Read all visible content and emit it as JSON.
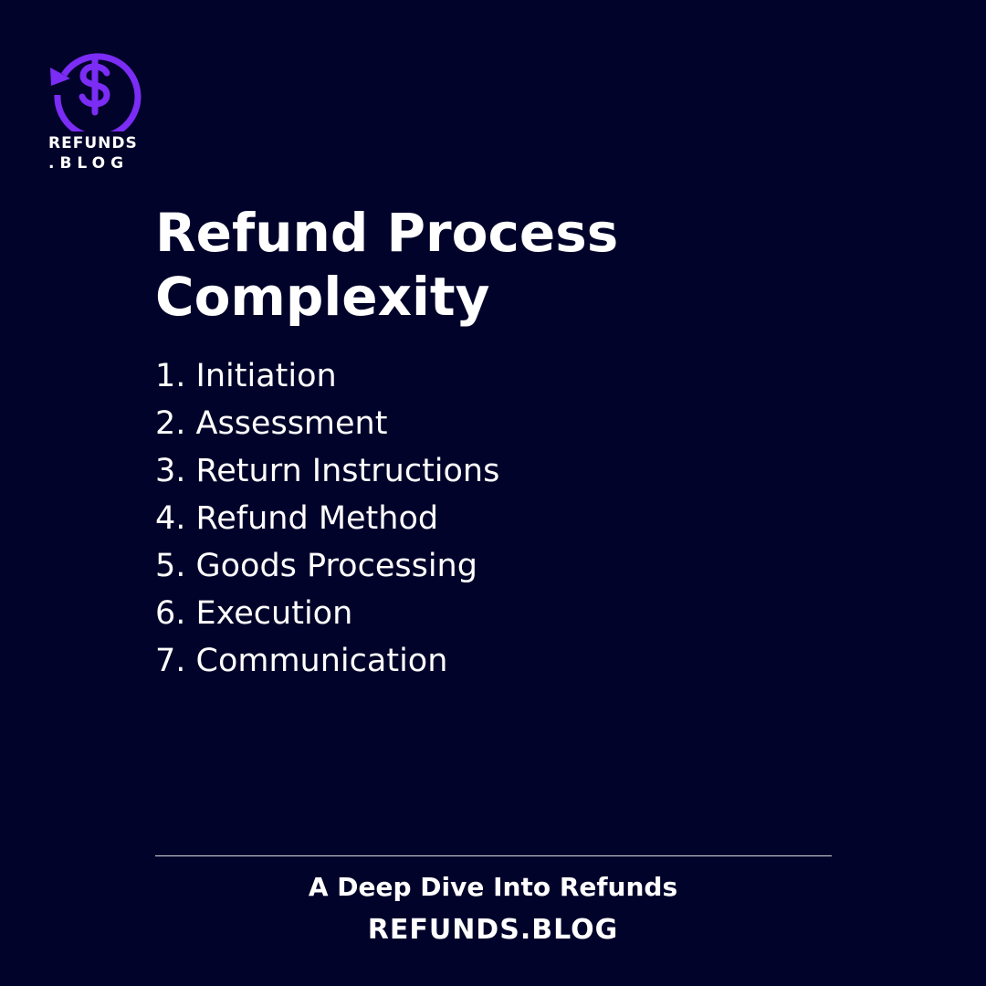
{
  "brand": {
    "logo_line1": "REFUNDS",
    "logo_line2": ".BLOG",
    "accent_color": "#7b2cf5",
    "background_color": "#02032a",
    "logo_icon": "refund-dollar-icon"
  },
  "title": "Refund Process Complexity",
  "steps": [
    "1. Initiation",
    "2. Assessment",
    "3. Return Instructions",
    "4. Refund Method",
    "5. Goods Processing",
    "6. Execution",
    "7. Communication"
  ],
  "footer": {
    "tagline": "A Deep Dive Into Refunds",
    "site": "REFUNDS.BLOG"
  }
}
